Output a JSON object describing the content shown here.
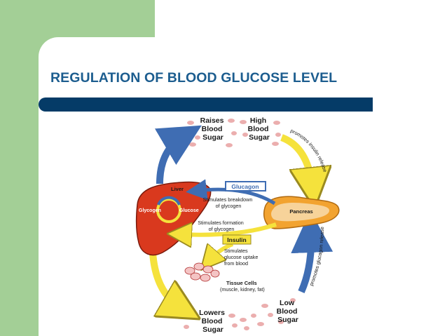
{
  "slide": {
    "title": "REGULATION OF BLOOD GLUCOSE LEVEL",
    "colors": {
      "side_band": "#a3cf96",
      "title_text": "#1c5d8f",
      "title_bar": "#053b67"
    }
  },
  "diagram": {
    "raises_blood_sugar": [
      "Raises",
      "Blood",
      "Sugar"
    ],
    "high_blood_sugar": [
      "High",
      "Blood",
      "Sugar"
    ],
    "promotes_insulin_release": "promotes insulin release",
    "liver": "Liver",
    "glycogen": "Glycogen",
    "glucose": "Glucose",
    "glucagon": "Glucagon",
    "stimulates_breakdown": [
      "Stimulates breakdown",
      "of glycogen"
    ],
    "pancreas": "Pancreas",
    "stimulates_formation": [
      "Stimulates formation",
      "of glycogen"
    ],
    "insulin": "Insulin",
    "stimulates_uptake": [
      "Stimulates",
      "glucose uptake",
      "from blood"
    ],
    "promotes_glucagon_release": "promotes glucagon release",
    "tissue_cells": [
      "Tissue Cells",
      "(muscle, kidney, fat)"
    ],
    "low_blood_sugar": [
      "Low",
      "Blood",
      "Sugar"
    ],
    "lowers_blood_sugar": [
      "Lowers",
      "Blood",
      "Sugar"
    ],
    "colors": {
      "liver": "#d9391e",
      "pancreas": "#f2a330",
      "arrow_yellow": "#f5e23c",
      "arrow_blue": "#3f6db3",
      "blood_cells": "#e8a0a0"
    }
  }
}
